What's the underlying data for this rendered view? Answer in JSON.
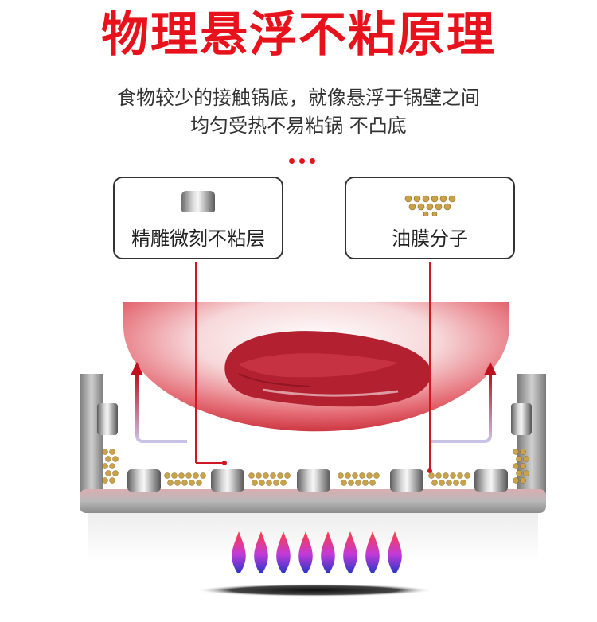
{
  "header": {
    "title": "物理悬浮不粘原理",
    "subtitle_line1": "食物较少的接触锅底，就像悬浮于锅壁之间",
    "subtitle_line2": "均匀受热不易粘锅 不凸底"
  },
  "callouts": {
    "left_label": "精雕微刻不粘层",
    "right_label": "油膜分子"
  },
  "colors": {
    "accent_red": "#e8121c",
    "pan_wall": "#8e8e8e",
    "oil_bead": "#c9a24a",
    "meat": "#b3202f",
    "flame_blue": "#3c3cc8"
  }
}
